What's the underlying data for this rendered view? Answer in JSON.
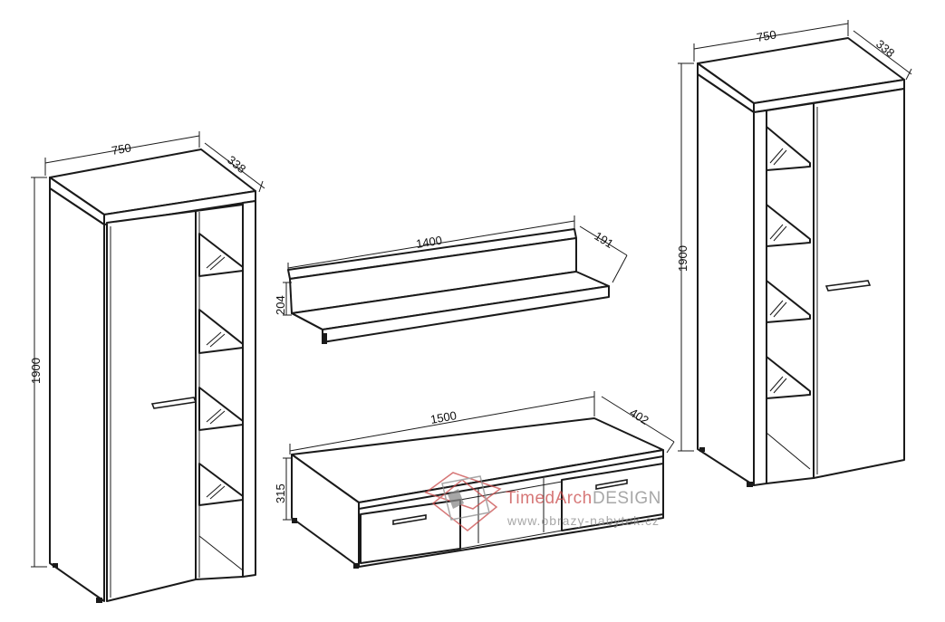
{
  "colors": {
    "line": "#1a1a1a",
    "watermark_accent": "#c94a4a",
    "watermark_gray": "#8a8a8a"
  },
  "left_cabinet": {
    "width": "750",
    "depth": "338",
    "height": "1900"
  },
  "wall_shelf": {
    "width": "1400",
    "depth": "191",
    "height": "204"
  },
  "tv_unit": {
    "width": "1500",
    "depth": "402",
    "height": "315"
  },
  "right_cabinet": {
    "width": "750",
    "depth": "338",
    "height": "1900"
  },
  "watermark": {
    "brand_part1": "TimedArch",
    "brand_part2": " DESIGN",
    "url": "www.obrazy-nabytek.cz"
  }
}
